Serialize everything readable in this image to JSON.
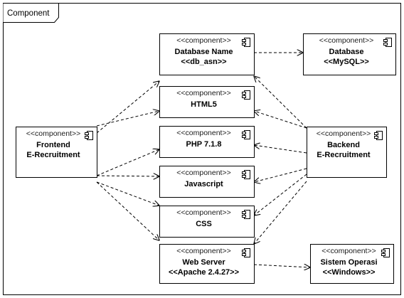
{
  "diagram": {
    "frame_title": "Component",
    "components": [
      {
        "id": "db_name",
        "stereotype": "<<component>>",
        "lines": [
          "Database Name",
          "<<db_asn>>"
        ]
      },
      {
        "id": "database",
        "stereotype": "<<component>>",
        "lines": [
          "Database",
          "<<MySQL>>"
        ]
      },
      {
        "id": "html5",
        "stereotype": "<<component>>",
        "lines": [
          "HTML5"
        ]
      },
      {
        "id": "frontend",
        "stereotype": "<<component>>",
        "lines": [
          "Frontend",
          "E-Recruitment"
        ]
      },
      {
        "id": "php",
        "stereotype": "<<component>>",
        "lines": [
          "PHP 7.1.8"
        ]
      },
      {
        "id": "backend",
        "stereotype": "<<component>>",
        "lines": [
          "Backend",
          "E-Recruitment"
        ]
      },
      {
        "id": "javascript",
        "stereotype": "<<component>>",
        "lines": [
          "Javascript"
        ]
      },
      {
        "id": "css",
        "stereotype": "<<component>>",
        "lines": [
          "CSS"
        ]
      },
      {
        "id": "webserver",
        "stereotype": "<<component>>",
        "lines": [
          "Web Server",
          "<<Apache 2.4.27>>"
        ]
      },
      {
        "id": "os",
        "stereotype": "<<component>>",
        "lines": [
          "Sistem Operasi",
          "<<Windows>>"
        ]
      }
    ],
    "dependencies": [
      {
        "from": "db_name",
        "to": "database"
      },
      {
        "from": "frontend",
        "to": "db_name"
      },
      {
        "from": "frontend",
        "to": "html5"
      },
      {
        "from": "frontend",
        "to": "php"
      },
      {
        "from": "frontend",
        "to": "javascript"
      },
      {
        "from": "frontend",
        "to": "css"
      },
      {
        "from": "frontend",
        "to": "webserver"
      },
      {
        "from": "backend",
        "to": "db_name"
      },
      {
        "from": "backend",
        "to": "html5"
      },
      {
        "from": "backend",
        "to": "php"
      },
      {
        "from": "backend",
        "to": "javascript"
      },
      {
        "from": "backend",
        "to": "css"
      },
      {
        "from": "backend",
        "to": "webserver"
      },
      {
        "from": "webserver",
        "to": "os"
      }
    ]
  }
}
